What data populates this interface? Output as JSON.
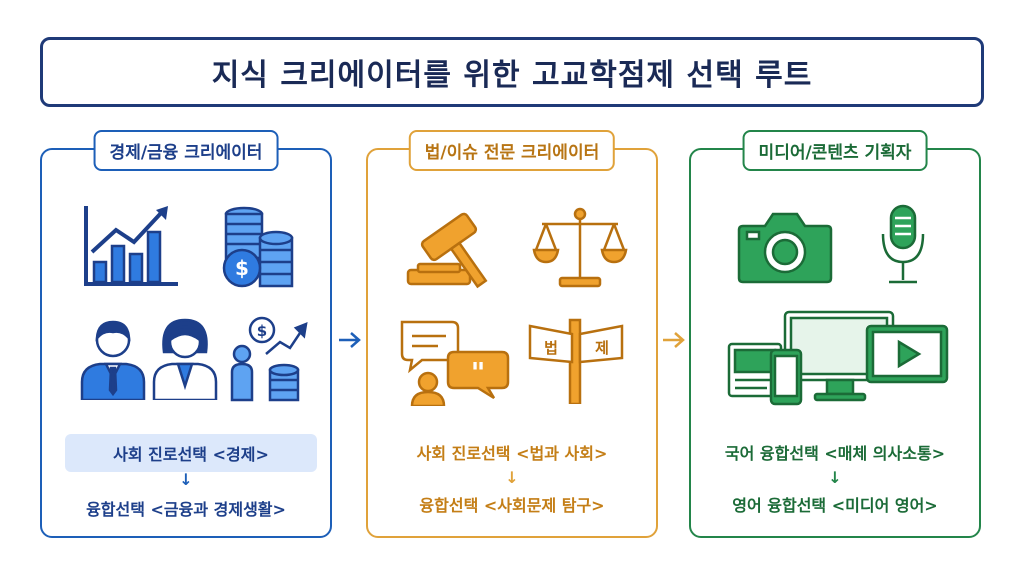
{
  "title": "지식 크리에이터를 위한 고교학점제 선택 루트",
  "panels": [
    {
      "heading": "경제/금융 크리에이터",
      "step1": "사회 진로선택 <경제>",
      "arrow": "↓",
      "step2": "융합선택 <금융과 경제생활>",
      "icons": [
        "bar-chart-growth-icon",
        "coin-stacks-icon",
        "businessman-icon",
        "businesswoman-icon",
        "investor-icon"
      ],
      "color": "#1d5fb8"
    },
    {
      "heading": "법/이슈 전문 크리에이터",
      "step1": "사회 진로선택 <법과 사회>",
      "arrow": "↓",
      "step2": "융합선택 <사회문제 탐구>",
      "icons": [
        "gavel-icon",
        "scales-icon",
        "discussion-icon",
        "signpost-icon"
      ],
      "signpost": {
        "left": "법",
        "right": "제"
      },
      "color": "#e0a23a"
    },
    {
      "heading": "미디어/콘텐츠 기획자",
      "step1": "국어 융합선택 <매체 의사소통>",
      "arrow": "↓",
      "step2": "영어 융합선택 <미디어 영어>",
      "icons": [
        "camera-icon",
        "microphone-icon",
        "devices-icon"
      ],
      "color": "#23854a"
    }
  ]
}
